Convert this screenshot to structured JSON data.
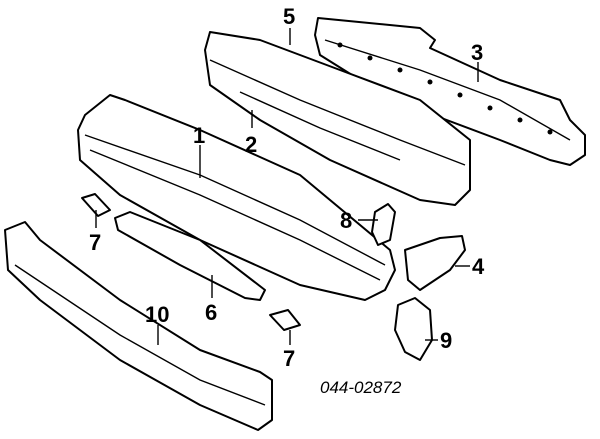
{
  "diagram": {
    "part_code": "044-02872",
    "callouts": [
      {
        "id": "5",
        "label": "5"
      },
      {
        "id": "3",
        "label": "3"
      },
      {
        "id": "1",
        "label": "1"
      },
      {
        "id": "2",
        "label": "2"
      },
      {
        "id": "8",
        "label": "8"
      },
      {
        "id": "4",
        "label": "4"
      },
      {
        "id": "7a",
        "label": "7"
      },
      {
        "id": "6",
        "label": "6"
      },
      {
        "id": "10",
        "label": "10"
      },
      {
        "id": "7b",
        "label": "7"
      },
      {
        "id": "9",
        "label": "9"
      }
    ]
  }
}
